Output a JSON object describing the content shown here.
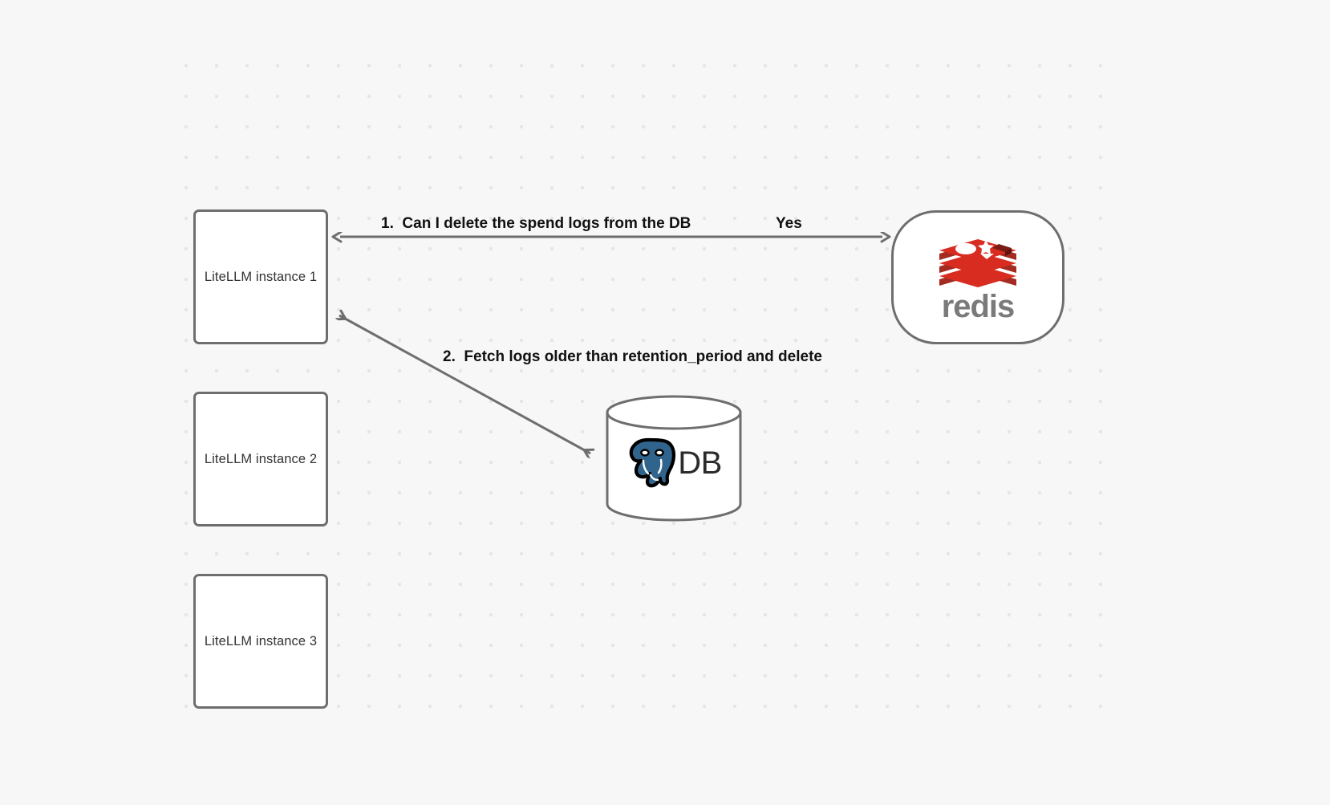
{
  "diagram": {
    "type": "flow-diagram",
    "background_color": "#f7f7f7",
    "grid": "dotted",
    "nodes": [
      {
        "id": "llm1",
        "label": "LiteLLM instance 1",
        "shape": "rounded-rect"
      },
      {
        "id": "llm2",
        "label": "LiteLLM instance 2",
        "shape": "rounded-rect"
      },
      {
        "id": "llm3",
        "label": "LiteLLM instance 3",
        "shape": "rounded-rect"
      },
      {
        "id": "redis",
        "label": "redis",
        "shape": "stadium",
        "icon": "redis-logo-icon",
        "color": "#d82c20"
      },
      {
        "id": "db",
        "label": "DB",
        "shape": "cylinder",
        "icon": "postgresql-elephant-icon",
        "color": "#31648c"
      }
    ],
    "edges": [
      {
        "id": "edge-1",
        "from": "llm1",
        "to": "redis",
        "label": "1.  Can I delete the spend logs from the DB",
        "return_label": "Yes",
        "direction": "bidirectional"
      },
      {
        "id": "edge-2",
        "from": "db",
        "to": "llm1",
        "label": "2.  Fetch logs older than retention_period and delete",
        "direction": "bidirectional"
      }
    ]
  }
}
